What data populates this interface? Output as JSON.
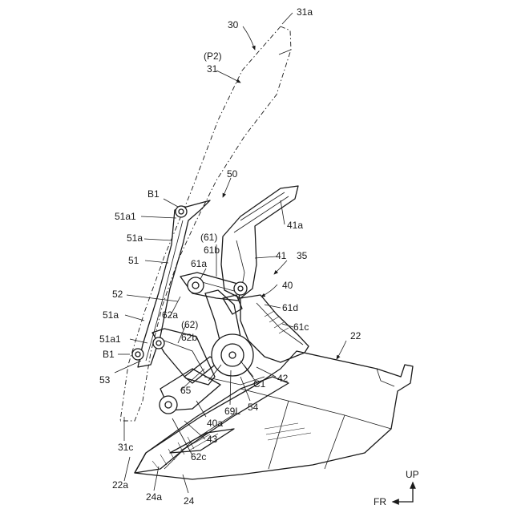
{
  "figure": {
    "labels": {
      "l30": "30",
      "l31a": "31a",
      "lp2": "(P2)",
      "l31": "31",
      "l50": "50",
      "lb1_top": "B1",
      "l51a1_top": "51a1",
      "l41a": "41a",
      "l51a_top": "51a",
      "l61p": "(61)",
      "l61b": "61b",
      "l41": "41",
      "l35": "35",
      "l51": "51",
      "l61a": "61a",
      "l40": "40",
      "l52": "52",
      "l62a": "62a",
      "l61d": "61d",
      "l51a_mid": "51a",
      "l62p": "(62)",
      "l61c": "61c",
      "l22": "22",
      "l51a1_mid": "51a1",
      "l62b": "62b",
      "lb1_mid": "B1",
      "l53": "53",
      "l42": "42",
      "lc1": "C1",
      "l65": "65",
      "l54": "54",
      "l69l": "69L",
      "l40a": "40a",
      "l43": "43",
      "l31c": "31c",
      "l62c": "62c",
      "l22a": "22a",
      "l24a": "24a",
      "l24": "24",
      "up": "UP",
      "fr": "FR"
    }
  }
}
